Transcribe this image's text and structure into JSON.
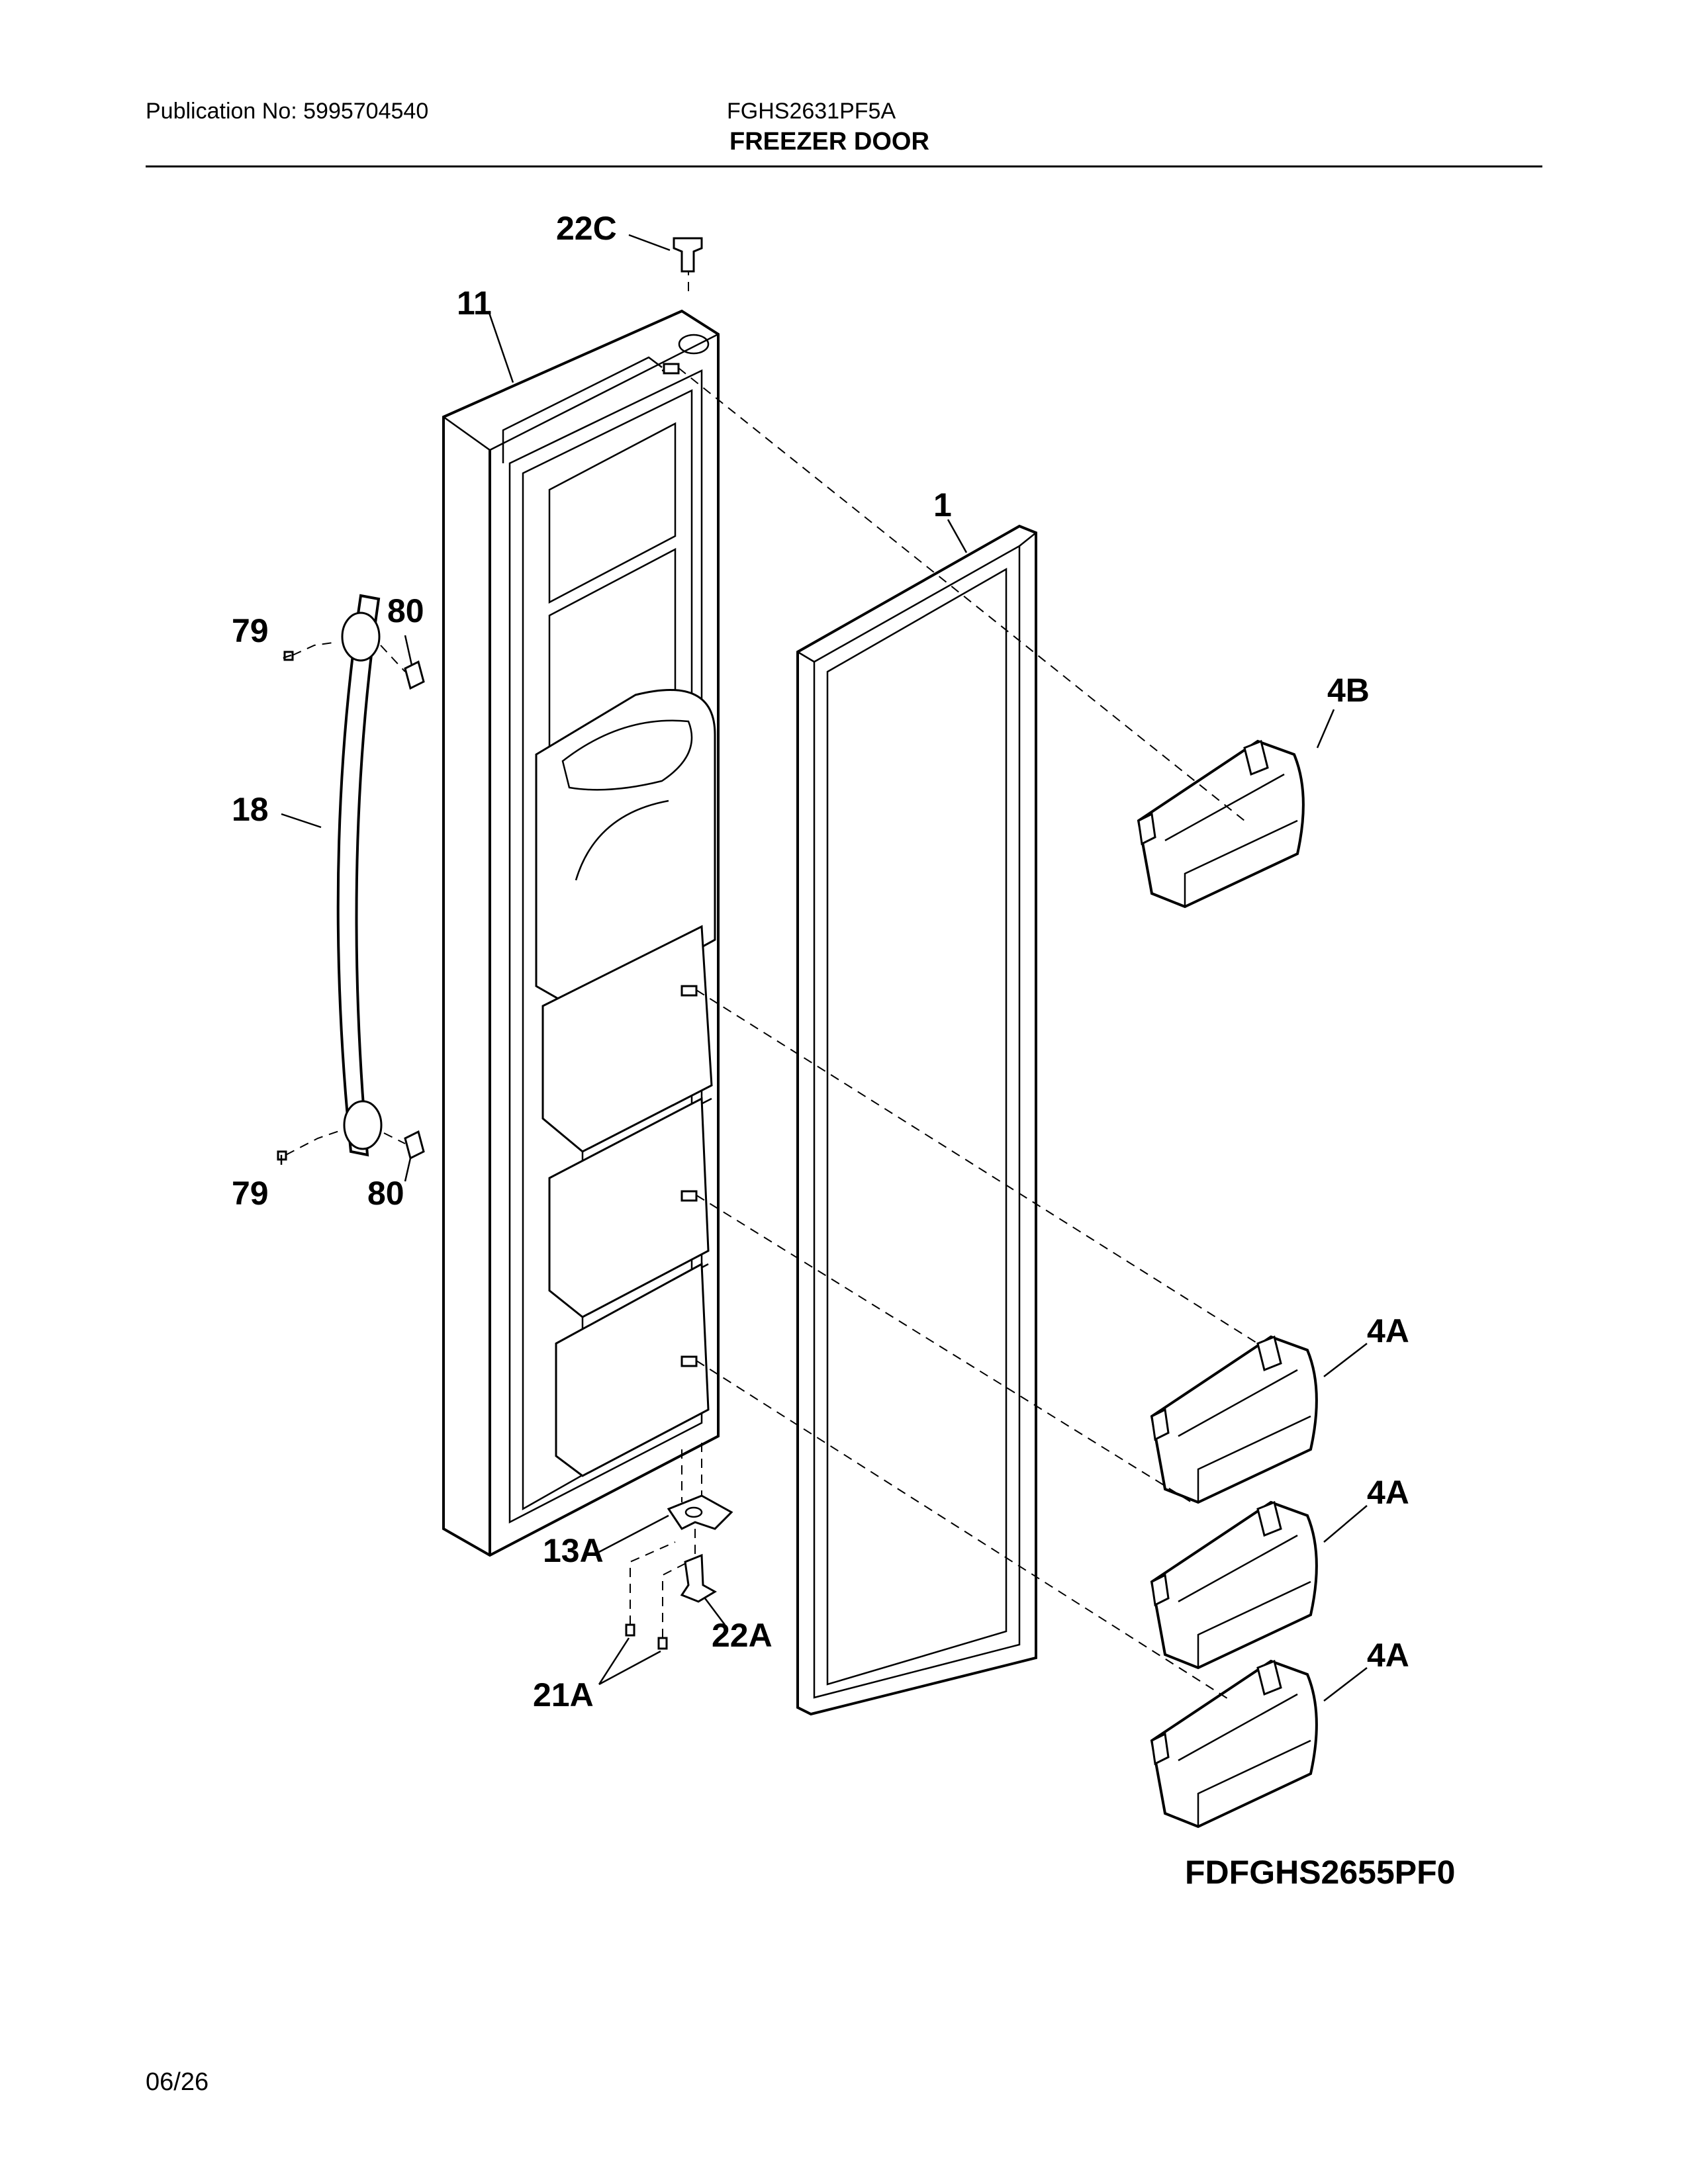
{
  "header": {
    "publication": "Publication No: 5995704540",
    "model": "FGHS2631PF5A",
    "section": "FREEZER DOOR"
  },
  "callouts": {
    "c22C": "22C",
    "c11": "11",
    "c1": "1",
    "c79_top": "79",
    "c80_top": "80",
    "c4B": "4B",
    "c18": "18",
    "c79_bottom": "79",
    "c80_bottom": "80",
    "c4A_1": "4A",
    "c4A_2": "4A",
    "c4A_3": "4A",
    "c13A": "13A",
    "c22A": "22A",
    "c21A": "21A"
  },
  "footer": {
    "reference_code": "FDFGHS2655PF0",
    "page": "06/26"
  }
}
